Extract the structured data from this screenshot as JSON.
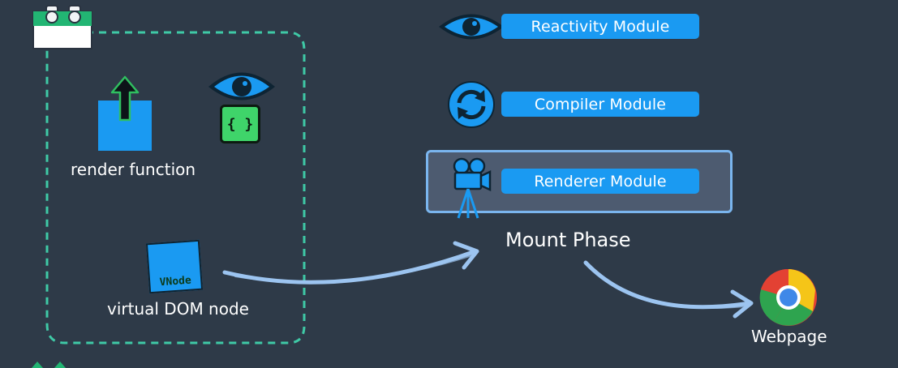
{
  "modules": {
    "reactivity": "Reactivity Module",
    "compiler": "Compiler Module",
    "renderer": "Renderer Module"
  },
  "component": {
    "render_function_label": "render function",
    "vnode_text": "VNode",
    "vnode_label": "virtual DOM node",
    "reactive_braces": "{ }"
  },
  "mount_phase_label": "Mount Phase",
  "webpage_label": "Webpage",
  "colors": {
    "background": "#2e3a48",
    "module_blue": "#1a9af2",
    "dashed_border": "#3fc9a6",
    "arrow": "#9cc4f0"
  },
  "icons": [
    "lego-block-icon",
    "upload-arrow-icon",
    "eye-icon",
    "braces-icon",
    "sync-icon",
    "movie-camera-icon",
    "chrome-icon"
  ]
}
